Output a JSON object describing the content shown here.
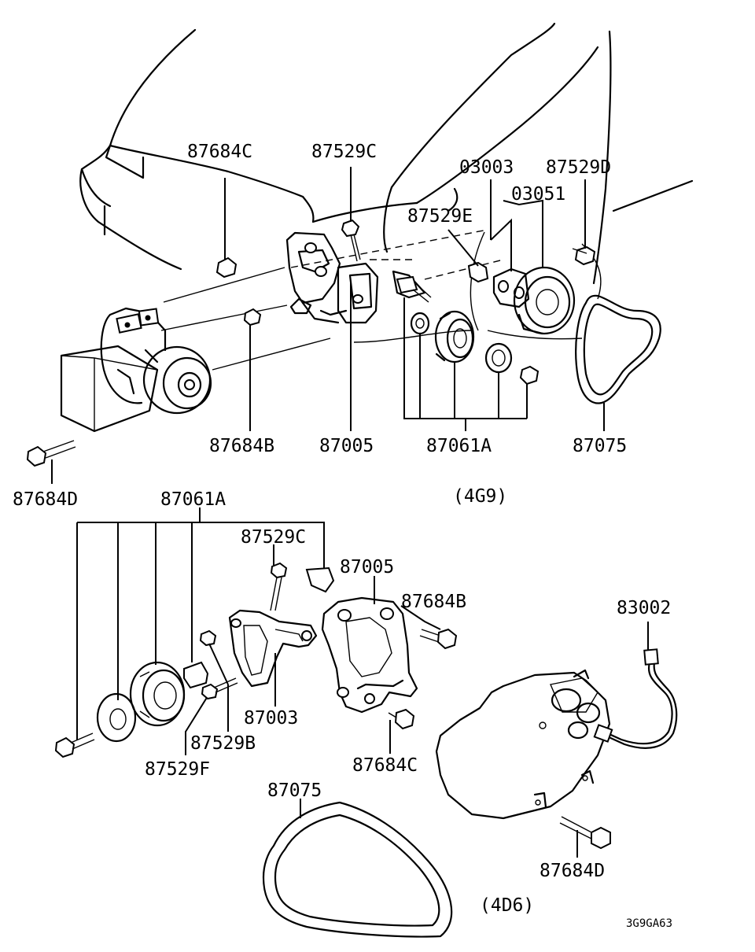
{
  "labels": {
    "top_87684C": "87684C",
    "top_87529C": "87529C",
    "top_03003": "03003",
    "top_87529D": "87529D",
    "top_03051": "03051",
    "top_87529E": "87529E",
    "top_87684B": "87684B",
    "top_87005": "87005",
    "top_87061A": "87061A",
    "top_87075": "87075",
    "top_87684D": "87684D",
    "variant_4g9": "(4G9)",
    "bot_87061A": "87061A",
    "bot_87529C": "87529C",
    "bot_87005": "87005",
    "bot_87684B": "87684B",
    "bot_83002": "83002",
    "bot_87003": "87003",
    "bot_87529B": "87529B",
    "bot_87529F": "87529F",
    "bot_87684C": "87684C",
    "bot_87075": "87075",
    "bot_87684D": "87684D",
    "variant_4d6": "(4D6)",
    "reference": "3G9GA63"
  }
}
